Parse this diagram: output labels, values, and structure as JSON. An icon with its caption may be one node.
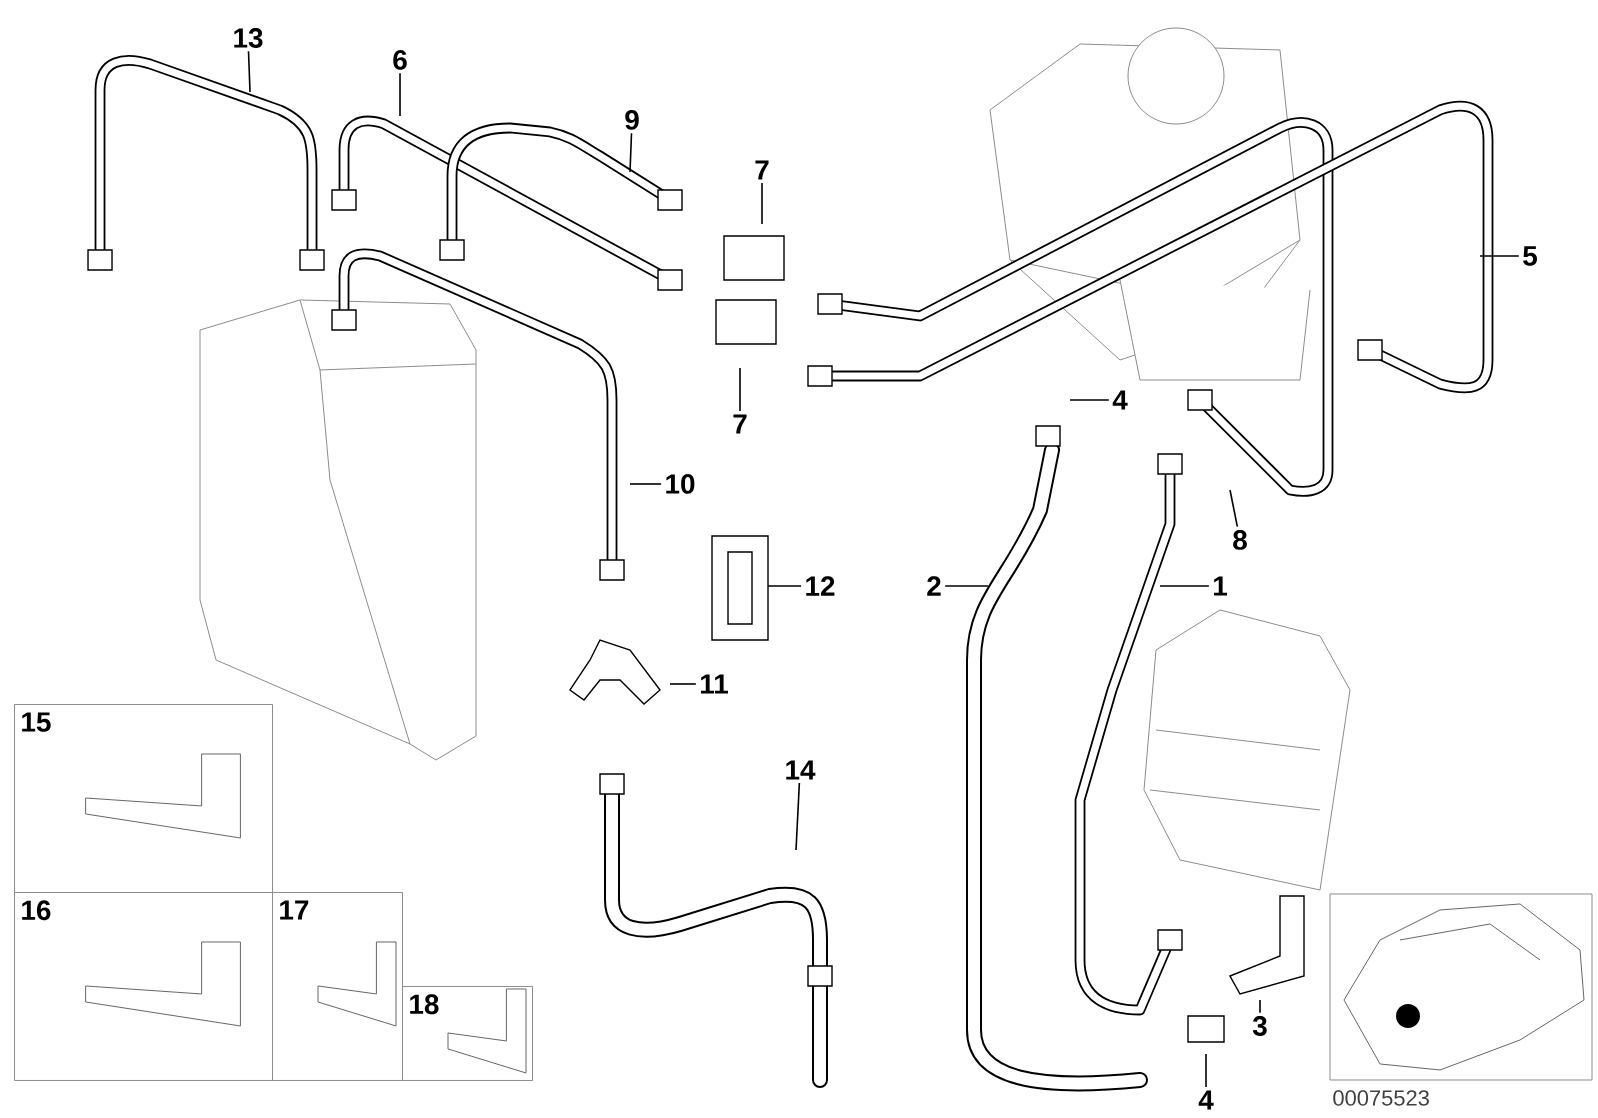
{
  "diagram": {
    "nodes": [
      {
        "text": [
          "13"
        ]
      },
      {
        "text": [
          "6"
        ]
      },
      {
        "text": [
          "9"
        ]
      },
      {
        "text": [
          "7"
        ]
      },
      {
        "text": [
          "5"
        ]
      },
      {
        "text": [
          "7"
        ]
      },
      {
        "text": [
          "4"
        ]
      },
      {
        "text": [
          "10"
        ]
      },
      {
        "text": [
          "8"
        ]
      },
      {
        "text": [
          "12"
        ]
      },
      {
        "text": [
          "2"
        ]
      },
      {
        "text": [
          "1"
        ]
      },
      {
        "text": [
          "11"
        ]
      },
      {
        "text": [
          "14"
        ]
      },
      {
        "text": [
          "15"
        ]
      },
      {
        "text": [
          "16"
        ]
      },
      {
        "text": [
          "17"
        ]
      },
      {
        "text": [
          "18"
        ]
      },
      {
        "text": [
          "3"
        ]
      },
      {
        "text": [
          "4"
        ]
      }
    ],
    "edges": [
      {
        "from": 0,
        "to": null,
        "arrow": "none"
      },
      {
        "from": 1,
        "to": null,
        "arrow": "none"
      },
      {
        "from": 2,
        "to": null,
        "arrow": "none"
      },
      {
        "from": 3,
        "to": null,
        "arrow": "none"
      },
      {
        "from": 4,
        "to": null,
        "arrow": "none"
      },
      {
        "from": 5,
        "to": null,
        "arrow": "none"
      },
      {
        "from": 6,
        "to": null,
        "arrow": "none"
      },
      {
        "from": 7,
        "to": null,
        "arrow": "none"
      },
      {
        "from": 8,
        "to": null,
        "arrow": "none"
      },
      {
        "from": 9,
        "to": null,
        "arrow": "none"
      },
      {
        "from": 10,
        "to": null,
        "arrow": "none"
      },
      {
        "from": 11,
        "to": null,
        "arrow": "none"
      },
      {
        "from": 12,
        "to": null,
        "arrow": "none"
      },
      {
        "from": 13,
        "to": null,
        "arrow": "none"
      },
      {
        "from": 18,
        "to": null,
        "arrow": "none"
      },
      {
        "from": 19,
        "to": null,
        "arrow": "none"
      }
    ],
    "labels": [
      "00075523"
    ]
  }
}
